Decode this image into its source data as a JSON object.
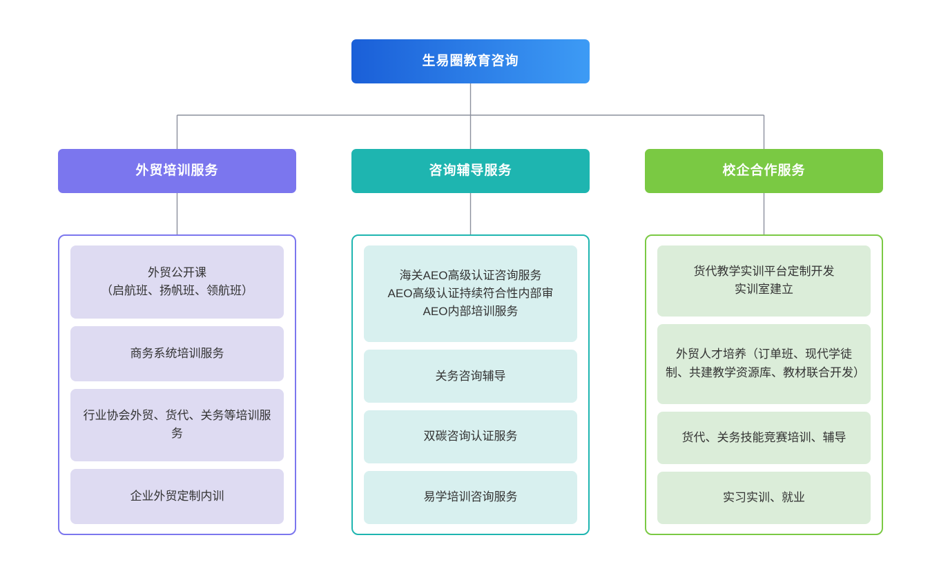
{
  "colors": {
    "root_gradient_start": "#1a5fd8",
    "root_gradient_end": "#3d9bf5",
    "connector": "#8a8f9c",
    "branch_1_header": "#7b76ee",
    "branch_1_border": "#7b76ee",
    "branch_1_card": "#dedbf2",
    "branch_2_header": "#1eb5b0",
    "branch_2_border": "#1eb5b0",
    "branch_2_card": "#d8f0ef",
    "branch_3_header": "#7ac943",
    "branch_3_border": "#7ac943",
    "branch_3_card": "#dbedd9",
    "card_text": "#333333",
    "header_text": "#ffffff",
    "page_background": "#ffffff"
  },
  "root": {
    "label": "生易圈教育咨询"
  },
  "branches": [
    {
      "id": "branch-waimao-peixun",
      "label": "外贸培训服务",
      "items": [
        {
          "label": "外贸公开课\n（启航班、扬帆班、领航班）"
        },
        {
          "label": "商务系统培训服务"
        },
        {
          "label": "行业协会外贸、货代、关务等培训服务"
        },
        {
          "label": "企业外贸定制内训"
        }
      ]
    },
    {
      "id": "branch-zixun-fudao",
      "label": "咨询辅导服务",
      "items": [
        {
          "label": "海关AEO高级认证咨询服务\nAEO高级认证持续符合性内部审\nAEO内部培训服务"
        },
        {
          "label": "关务咨询辅导"
        },
        {
          "label": "双碳咨询认证服务"
        },
        {
          "label": "易学培训咨询服务"
        }
      ]
    },
    {
      "id": "branch-xiaoqi-hezuo",
      "label": "校企合作服务",
      "items": [
        {
          "label": "货代教学实训平台定制开发\n实训室建立"
        },
        {
          "label": "外贸人才培养（订单班、现代学徒制、共建教学资源库、教材联合开发）"
        },
        {
          "label": "货代、关务技能竞赛培训、辅导"
        },
        {
          "label": "实习实训、就业"
        }
      ]
    }
  ]
}
